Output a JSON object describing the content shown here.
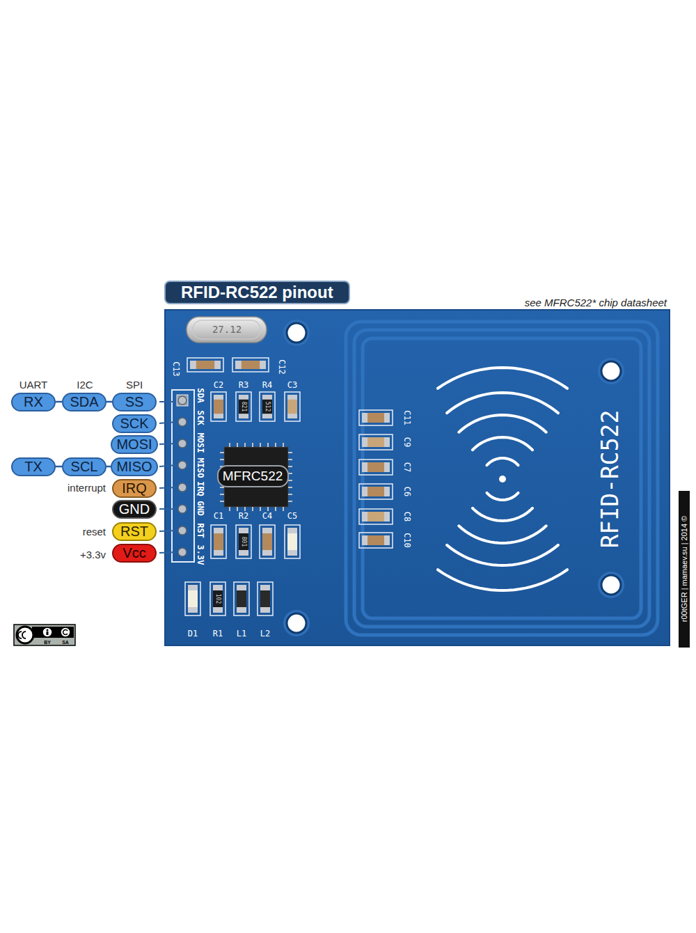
{
  "diagram": {
    "title": "RFID-RC522 pinout",
    "nodes": [
      {
        "text": [
          "RX"
        ]
      },
      {
        "text": [
          "SDA"
        ]
      },
      {
        "text": [
          "SS"
        ]
      },
      {
        "text": [
          "SCK"
        ]
      },
      {
        "text": [
          "MOSI"
        ]
      },
      {
        "text": [
          "TX"
        ]
      },
      {
        "text": [
          "SCL"
        ]
      },
      {
        "text": [
          "MISO"
        ]
      },
      {
        "text": [
          "IRQ"
        ]
      },
      {
        "text": [
          "GND"
        ]
      },
      {
        "text": [
          "RST"
        ]
      },
      {
        "text": [
          "Vcc"
        ]
      },
      {
        "text": [
          "MFRC522"
        ]
      }
    ],
    "edges": [
      {
        "from": 0,
        "to": 1,
        "arrow": "none"
      },
      {
        "from": 1,
        "to": 2,
        "arrow": "none"
      },
      {
        "from": 5,
        "to": 6,
        "arrow": "none"
      },
      {
        "from": 6,
        "to": 7,
        "arrow": "none"
      }
    ],
    "labels": [
      "see MFRC522* chip datasheet",
      "UART",
      "I2C",
      "SPI",
      "interrupt",
      "reset",
      "+3.3v",
      "27.12",
      "C13",
      "C12",
      "SDA",
      "SCK",
      "MOSI",
      "MISO",
      "IRQ",
      "GND",
      "RST",
      "3.3V",
      "C2",
      "R3",
      "R4",
      "C3",
      "821",
      "512",
      "C1",
      "R2",
      "C4",
      "C5",
      "801",
      "D1",
      "R1",
      "L1",
      "L2",
      "102",
      "C11",
      "C9",
      "C7",
      "C6",
      "C8",
      "C10",
      "RFID-RC522",
      "r00tGER | mamaev.su | 2014 ©",
      "BY",
      "SA"
    ]
  }
}
